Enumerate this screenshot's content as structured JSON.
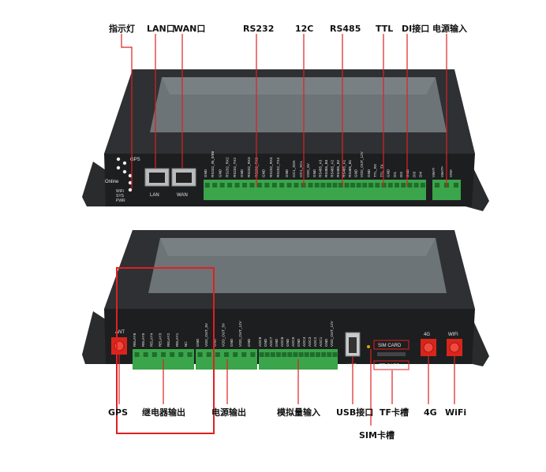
{
  "top_labels": {
    "indicator": "指示灯",
    "lan": "LAN口",
    "wan": "WAN口",
    "rs232": "RS232",
    "i2c": "12C",
    "rs485": "RS485",
    "ttl": "TTL",
    "di_power": "DI接口 电源输入"
  },
  "top_device": {
    "gps": "GPS",
    "online": "Online",
    "wifi": "WiFi",
    "sys": "SYS",
    "pwr": "PWR",
    "lan_port": "LAN",
    "wan_port": "WAN",
    "pins_a": [
      "GND",
      "RS232_IN_0/B8",
      "GND",
      "RS232_RX2",
      "RS232_TX2",
      "GND",
      "RS232_RX3",
      "RS232_TX3",
      "GND",
      "RS232_RX4",
      "RS232_TX4"
    ],
    "pins_b": [
      "GND",
      "I2C1_SDA",
      "I2C1_SCL",
      "VDD_5V"
    ],
    "pins_c": [
      "GND",
      "RS485_A3",
      "RS485_B3",
      "RS485_A2",
      "RS485_B2",
      "RS485_A1",
      "RS485_B1",
      "GND",
      "VDD_OUT_12V"
    ],
    "pins_d": [
      "GND",
      "TTL_RX",
      "TTL_TX",
      "GND",
      "DI1",
      "DI2",
      "GND",
      "DI3",
      "DI4"
    ],
    "pins_e": [
      "VBAT-",
      "VBAT+",
      "VIN+"
    ]
  },
  "bottom_device": {
    "ant": "ANT",
    "usb": "USB",
    "sim_card": "SIM CARD",
    "tf_card": "TF CARD",
    "g4": "4G",
    "wifi": "WIFI",
    "pins_relay": [
      "RELAY6",
      "RELAY5",
      "RELAY4",
      "RELAY3",
      "RELAY2",
      "RELAY1",
      "NC"
    ],
    "pins_power": [
      "GND",
      "VDD_OUT_5V",
      "GND",
      "VDD_OUT_5V",
      "GND",
      "VDD_OUT_12V",
      "GND"
    ],
    "pins_analog": [
      "ADC8",
      "GND",
      "ADC7",
      "GND",
      "ADC6",
      "GND",
      "ADC5",
      "GND",
      "ADC4",
      "ADC3",
      "ADC2",
      "ADC1",
      "GND",
      "VDD_OUT_12V"
    ]
  },
  "bottom_labels": {
    "gps": "GPS",
    "relay": "继电器输出",
    "power_out": "电源输出",
    "analog": "模拟量输入",
    "usb": "USB接口",
    "tf": "TF卡槽",
    "sim": "SIM卡槽",
    "g4": "4G",
    "wifi": "WiFi"
  },
  "colors": {
    "callout_line": "#e02020",
    "highlight_box": "#e02020",
    "terminal_green": "#3aa54a",
    "chassis": "#1d1e20",
    "antenna_red": "#d9251c"
  }
}
